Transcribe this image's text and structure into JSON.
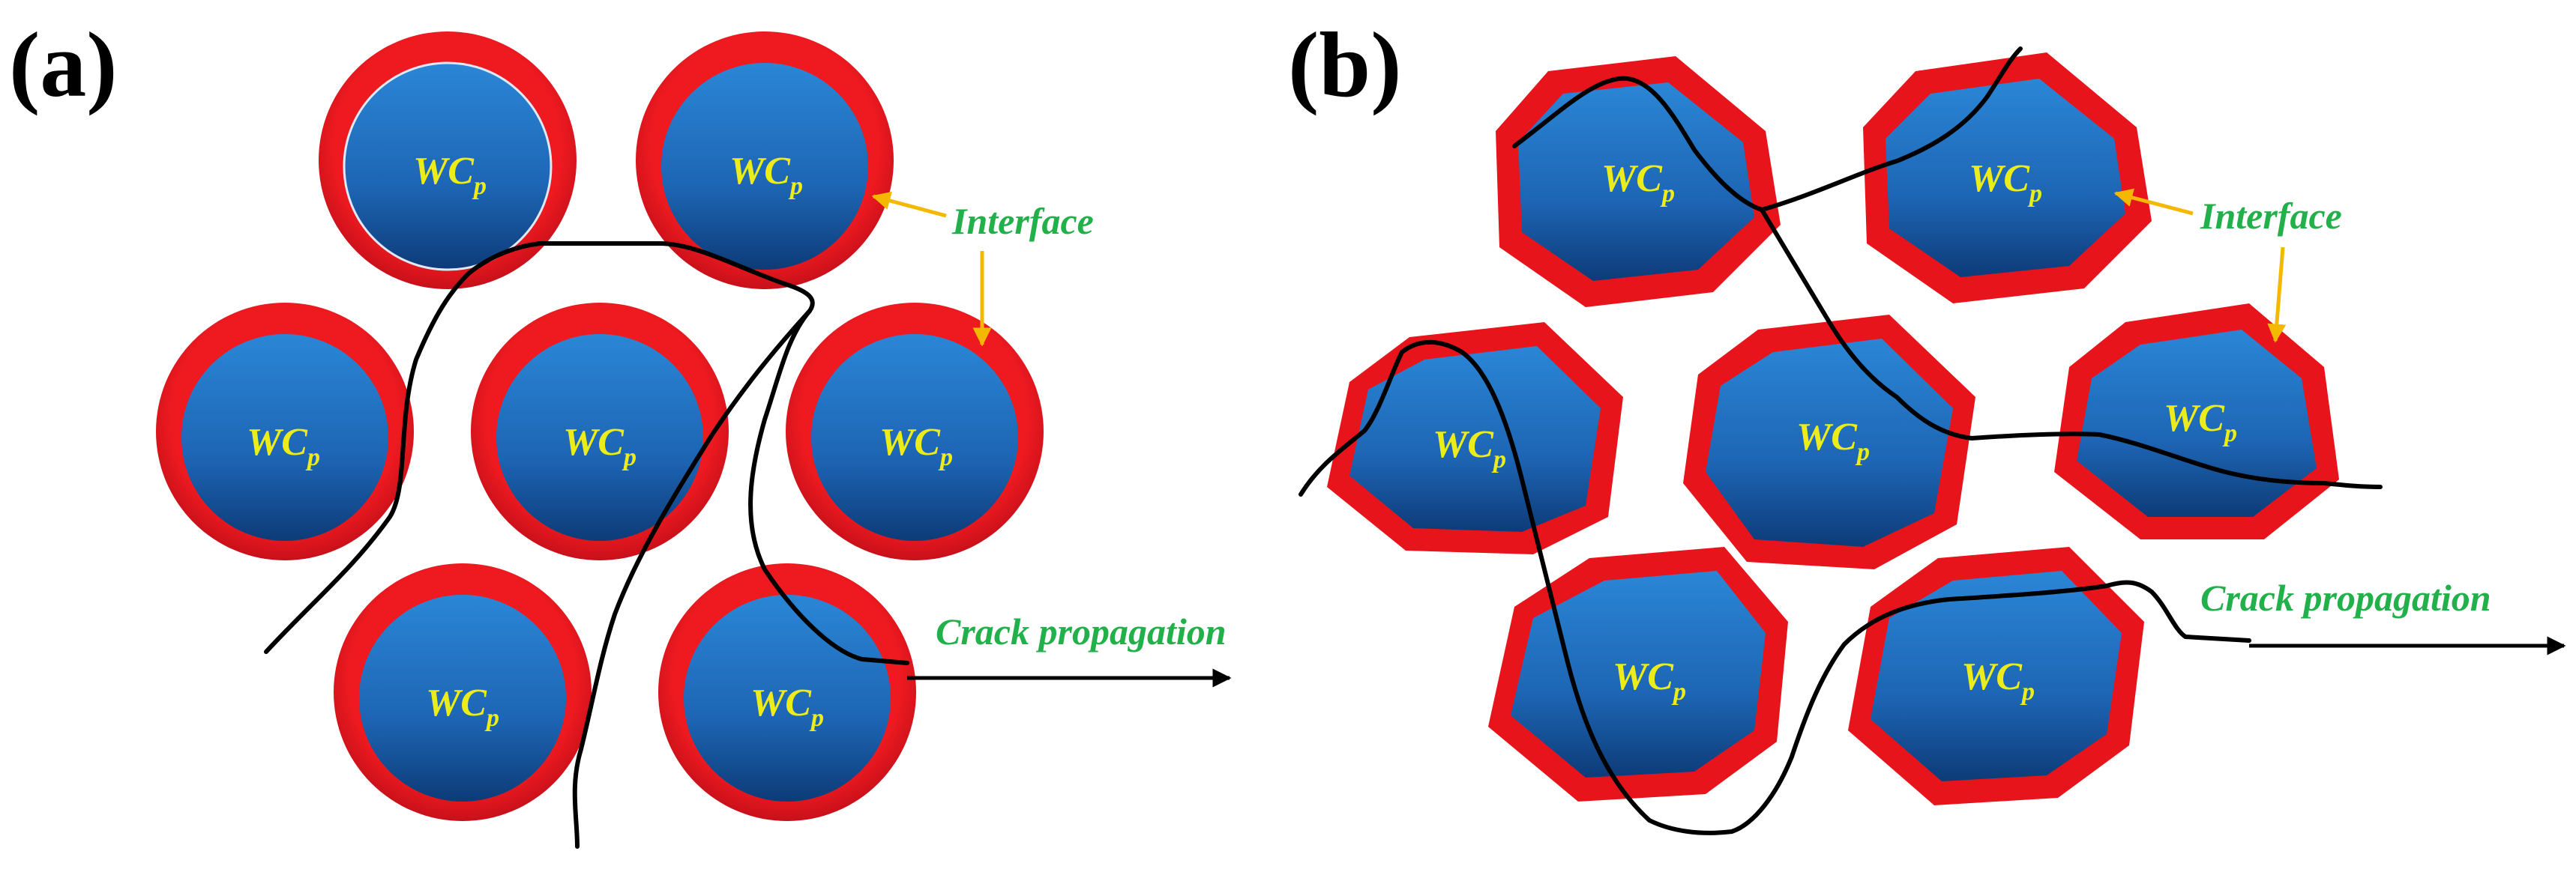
{
  "panels": [
    {
      "label": "(a)"
    },
    {
      "label": "(b)"
    }
  ],
  "particle": {
    "base": "WC",
    "subscript": "p"
  },
  "interface_label": "Interface",
  "crack_label": "Crack propagation",
  "colors": {
    "particle_core": "#1f6fc2",
    "particle_core_dark": "#0e3f7e",
    "interface_shell": "#e8141c",
    "interface_shadow": "#b50e14",
    "callout_text": "#22b04a",
    "label_text": "#ecec1a",
    "callout_arrow": "#f5b800",
    "crack_line": "#000000"
  }
}
